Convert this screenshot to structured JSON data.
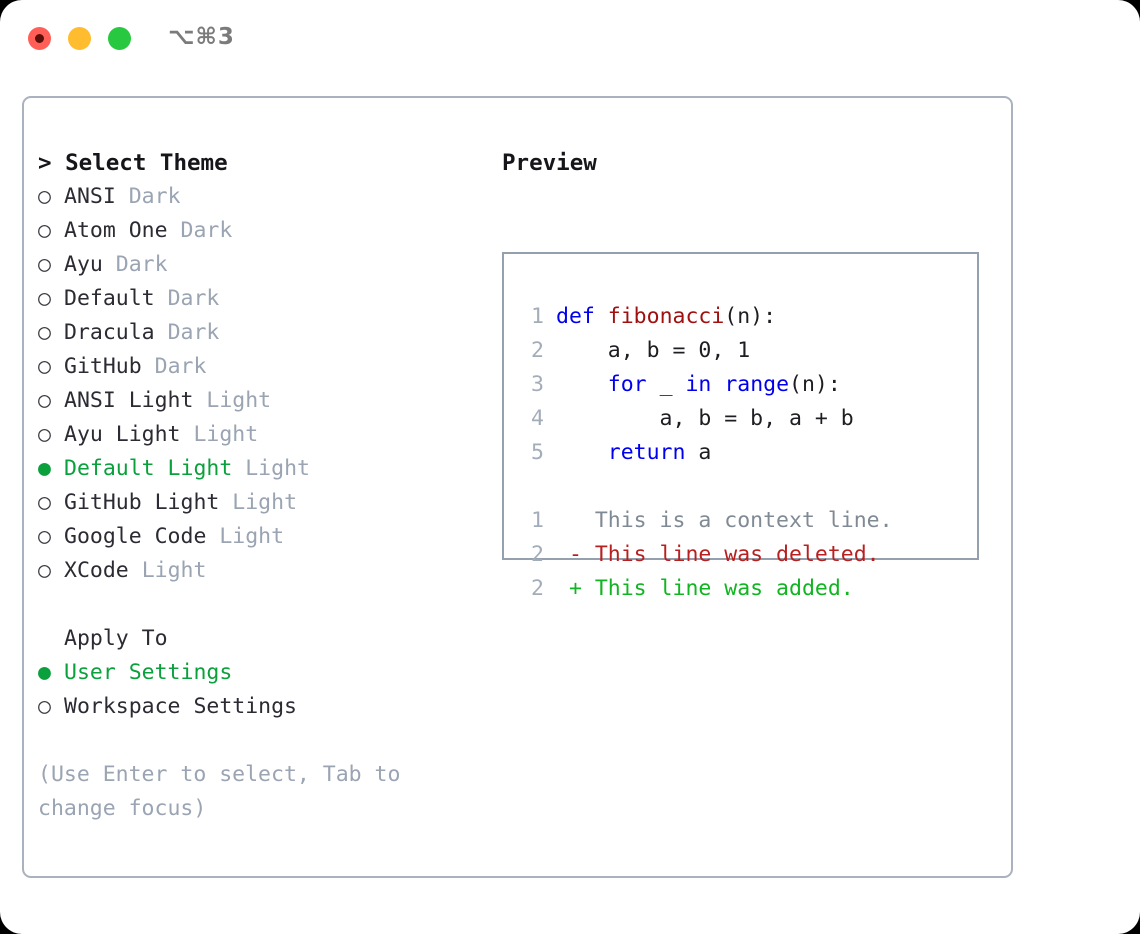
{
  "window": {
    "shortcut": "⌥⌘3",
    "traffic_lights": [
      {
        "name": "close",
        "color": "#ff5f57"
      },
      {
        "name": "minimize",
        "color": "#febc2e"
      },
      {
        "name": "maximize",
        "color": "#28c840"
      }
    ]
  },
  "theme_picker": {
    "header": "> Select Theme",
    "items": [
      {
        "bullet": "○",
        "name": "ANSI",
        "tag": "Dark",
        "selected": false
      },
      {
        "bullet": "○",
        "name": "Atom One",
        "tag": "Dark",
        "selected": false
      },
      {
        "bullet": "○",
        "name": "Ayu",
        "tag": "Dark",
        "selected": false
      },
      {
        "bullet": "○",
        "name": "Default",
        "tag": "Dark",
        "selected": false
      },
      {
        "bullet": "○",
        "name": "Dracula",
        "tag": "Dark",
        "selected": false
      },
      {
        "bullet": "○",
        "name": "GitHub",
        "tag": "Dark",
        "selected": false
      },
      {
        "bullet": "○",
        "name": "ANSI Light",
        "tag": "Light",
        "selected": false
      },
      {
        "bullet": "○",
        "name": "Ayu Light",
        "tag": "Light",
        "selected": false
      },
      {
        "bullet": "●",
        "name": "Default Light",
        "tag": "Light",
        "selected": true
      },
      {
        "bullet": "○",
        "name": "GitHub Light",
        "tag": "Light",
        "selected": false
      },
      {
        "bullet": "○",
        "name": "Google Code",
        "tag": "Light",
        "selected": false
      },
      {
        "bullet": "○",
        "name": "XCode",
        "tag": "Light",
        "selected": false
      }
    ]
  },
  "apply_to": {
    "label": "Apply To",
    "options": [
      {
        "bullet": "●",
        "name": "User Settings",
        "selected": true
      },
      {
        "bullet": "○",
        "name": "Workspace Settings",
        "selected": false
      }
    ]
  },
  "hint": "(Use Enter to select, Tab to change focus)",
  "preview": {
    "title": "Preview",
    "code_lines": [
      {
        "num": "1",
        "tokens": [
          {
            "t": "def",
            "c": "kw"
          },
          {
            "t": " ",
            "c": "pl"
          },
          {
            "t": "fibonacci",
            "c": "fn"
          },
          {
            "t": "(n):",
            "c": "pl"
          }
        ]
      },
      {
        "num": "2",
        "tokens": [
          {
            "t": "    a, b = 0, 1",
            "c": "pl"
          }
        ]
      },
      {
        "num": "3",
        "tokens": [
          {
            "t": "    ",
            "c": "pl"
          },
          {
            "t": "for",
            "c": "kw"
          },
          {
            "t": " _ ",
            "c": "pl"
          },
          {
            "t": "in",
            "c": "kw"
          },
          {
            "t": " ",
            "c": "pl"
          },
          {
            "t": "range",
            "c": "kw"
          },
          {
            "t": "(n):",
            "c": "pl"
          }
        ]
      },
      {
        "num": "4",
        "tokens": [
          {
            "t": "        a, b = b, a + b",
            "c": "pl"
          }
        ]
      },
      {
        "num": "5",
        "tokens": [
          {
            "t": "    ",
            "c": "pl"
          },
          {
            "t": "return",
            "c": "kw"
          },
          {
            "t": " a",
            "c": "pl"
          }
        ]
      }
    ],
    "diff_lines": [
      {
        "num": "1",
        "tokens": [
          {
            "t": "   This is a context line.",
            "c": "ctx"
          }
        ]
      },
      {
        "num": "2",
        "tokens": [
          {
            "t": " - This line was deleted.",
            "c": "del"
          }
        ]
      },
      {
        "num": "2",
        "tokens": [
          {
            "t": " + This line was added.",
            "c": "add"
          }
        ]
      }
    ]
  },
  "colors": {
    "accent_green": "#0aa13d",
    "muted_tag": "#9aa4b2",
    "panel_border": "#aab2bf",
    "preview_border": "#94a0ae",
    "keyword_blue": "#0000ee",
    "function_red": "#a01010",
    "diff_added": "#11b421",
    "diff_deleted": "#b82020",
    "diff_context": "#808a94"
  }
}
